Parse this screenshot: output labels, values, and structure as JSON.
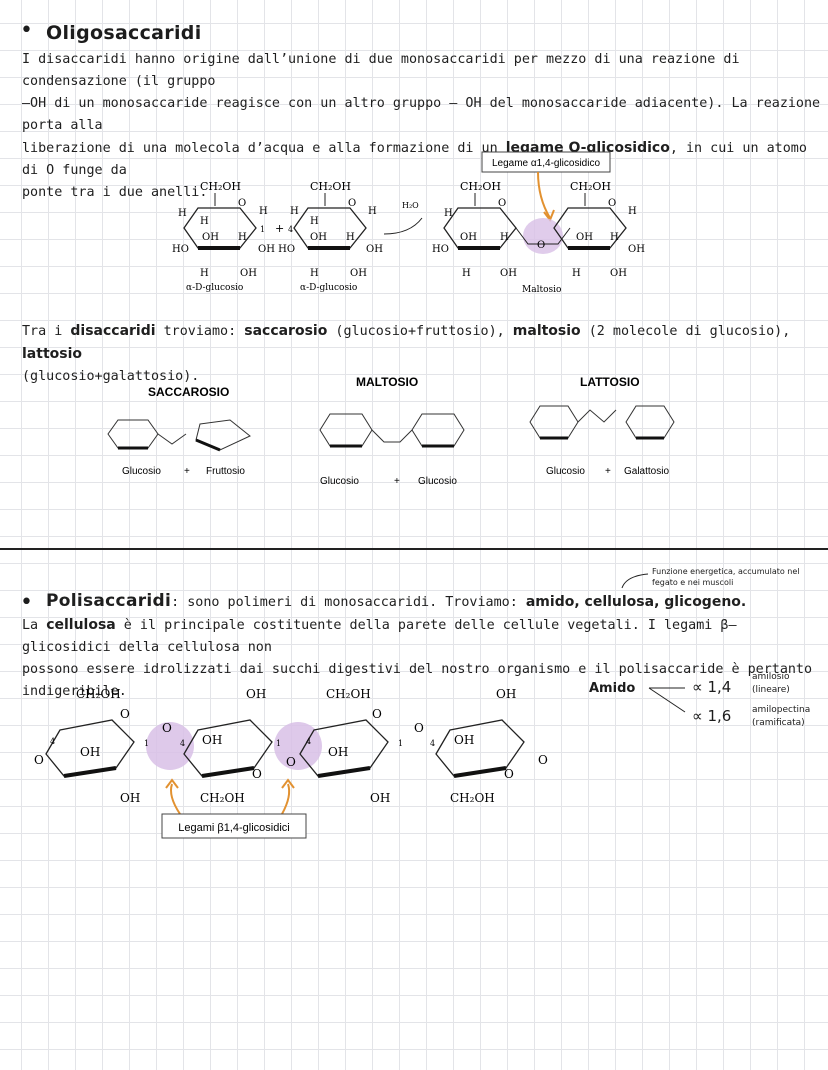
{
  "sec1": {
    "bullet": "•",
    "title": "Oligosaccaridi",
    "p1_a": "I disaccaridi hanno origine dall’unione di due monosaccaridi per mezzo di una reazione di condensazione (il gruppo",
    "p1_b": "–OH di un monosaccaride reagisce con un altro gruppo – OH del monosaccaride adiacente). La reazione porta alla",
    "p1_c_pre": "liberazione di una molecola d’acqua e alla formazione di un ",
    "p1_c_bold": "legame O-glicosidico",
    "p1_c_post": ", in cui un atomo di O funge da",
    "p1_d": "ponte tra i due anelli."
  },
  "maltose_fig": {
    "bond_label": "Legame α1,4-glicosidico",
    "caption1": "α-D-glucosio",
    "caption2": "α-D-glucosio",
    "caption3": "Maltosio",
    "water": "H₂O",
    "ch2oh": "CH₂OH",
    "oh": "OH",
    "h": "H",
    "ho": "HO",
    "o": "O",
    "plus": "+",
    "n1": "1",
    "n4": "4",
    "ohho": "OH HO"
  },
  "disacc": {
    "pre": "Tra i ",
    "word": "disaccaridi",
    "mid1": " troviamo: ",
    "sacc": "saccarosio",
    "sacc_d": " (glucosio+fruttosio), ",
    "malt": "maltosio",
    "malt_d": " (2 molecole di glucosio), ",
    "latt": "lattosio",
    "latt_d": "(glucosio+galattosio)."
  },
  "small_figs": {
    "sacc_title": "SACCAROSIO",
    "sacc_c1": "Glucosio",
    "sacc_c2": "Fruttosio",
    "malt_title": "MALTOSIO",
    "malt_c1": "Glucosio",
    "malt_c2": "Glucosio",
    "latt_title": "LATTOSIO",
    "latt_c1": "Glucosio",
    "latt_c2": "Galattosio",
    "plus": "+"
  },
  "sec2": {
    "note1": "Funzione energetica, accumulato nel",
    "note2": "fegato e nei muscoli",
    "bullet": "•",
    "title": "Polisaccaridi",
    "intro": ": sono polimeri di monosaccaridi. Troviamo: ",
    "list": "amido, cellulosa, glicogeno.",
    "p1_pre": "La ",
    "p1_bold": "cellulosa",
    "p1_post": " è il principale costituente della parete delle cellule vegetali. I legami β–glicosidici della cellulosa non",
    "p2": "possono essere idrolizzati dai succhi digestivi del nostro organismo e il polisaccaride è pertanto indigeribile."
  },
  "amido": {
    "label": "Amido",
    "a14": "∝ 1,4",
    "a16": "∝ 1,6",
    "amilosio": "amilosio",
    "lineare": "(lineare)",
    "amilopectina": "amilopectina",
    "ramificata": "(ramificata)"
  },
  "cellulose_fig": {
    "bond_label": "Legami β1,4-glicosidici",
    "ch2oh": "CH₂OH",
    "oh": "OH",
    "o": "O",
    "n1": "1",
    "n4": "4"
  }
}
